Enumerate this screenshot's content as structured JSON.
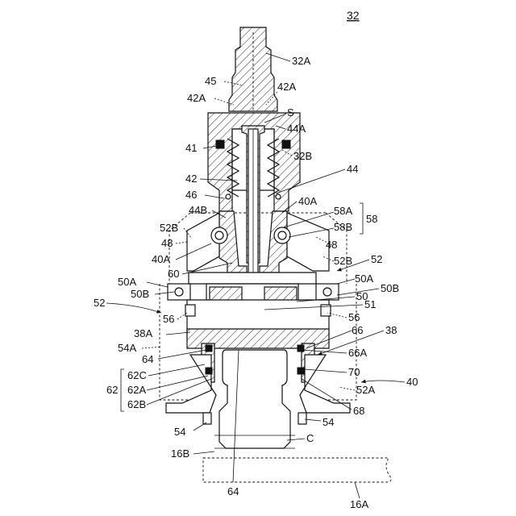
{
  "figure": {
    "number": "32"
  },
  "labels": {
    "l32A": "32A",
    "l45": "45",
    "l42A_left": "42A",
    "l42A_right": "42A",
    "lS": "S",
    "l44A": "44A",
    "l41": "41",
    "l32B": "32B",
    "l42": "42",
    "l44": "44",
    "l46": "46",
    "l40A_top": "40A",
    "l44B": "44B",
    "l58A": "58A",
    "l58": "58",
    "l58B": "58B",
    "l52B_left": "52B",
    "l48_left": "48",
    "l48_right": "48",
    "l40A_mid": "40A",
    "l52B_right": "52B",
    "l52_right": "52",
    "l60": "60",
    "l50A_left": "50A",
    "l50A_right": "50A",
    "l50B_left": "50B",
    "l50B_right": "50B",
    "l52_left": "52",
    "l50": "50",
    "l51": "51",
    "l56_left": "56",
    "l56_right": "56",
    "l38A": "38A",
    "l66": "66",
    "l38": "38",
    "l54A": "54A",
    "l64_upper": "64",
    "l66A": "66A",
    "l62C": "62C",
    "l70": "70",
    "l40": "40",
    "l62": "62",
    "l62A": "62A",
    "l52A": "52A",
    "l62B": "62B",
    "l68": "68",
    "l54_left": "54",
    "l54_right": "54",
    "lC": "C",
    "l16B": "16B",
    "l64_lower": "64",
    "l16A": "16A"
  }
}
